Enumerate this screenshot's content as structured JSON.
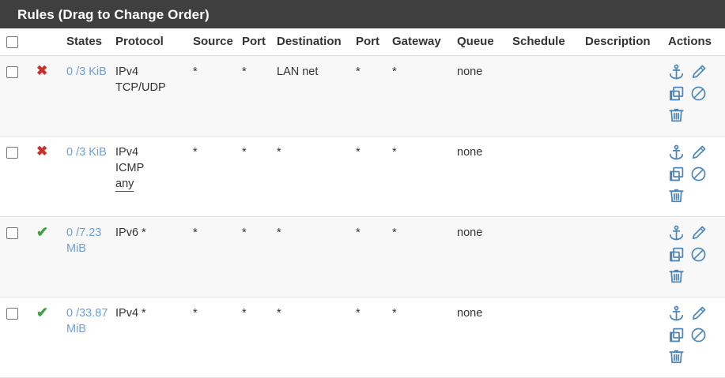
{
  "panel": {
    "title": "Rules (Drag to Change Order)"
  },
  "table": {
    "columns": [
      {
        "key": "checkbox",
        "label": ""
      },
      {
        "key": "status",
        "label": ""
      },
      {
        "key": "states",
        "label": "States"
      },
      {
        "key": "protocol",
        "label": "Protocol"
      },
      {
        "key": "source",
        "label": "Source"
      },
      {
        "key": "source_port",
        "label": "Port"
      },
      {
        "key": "destination",
        "label": "Destination"
      },
      {
        "key": "dest_port",
        "label": "Port"
      },
      {
        "key": "gateway",
        "label": "Gateway"
      },
      {
        "key": "queue",
        "label": "Queue"
      },
      {
        "key": "schedule",
        "label": "Schedule"
      },
      {
        "key": "description",
        "label": "Description"
      },
      {
        "key": "actions",
        "label": "Actions"
      }
    ],
    "rows": [
      {
        "status_icon": "red-x-icon",
        "status_type": "block",
        "states": "0 /3 KiB",
        "protocol_line1": "IPv4",
        "protocol_line2": "TCP/UDP",
        "protocol_line3": "",
        "source": "*",
        "source_port": "*",
        "destination": "LAN net",
        "dest_port": "*",
        "gateway": "*",
        "queue": "none",
        "schedule": "",
        "description": ""
      },
      {
        "status_icon": "red-x-icon",
        "status_type": "block",
        "states": "0 /3 KiB",
        "protocol_line1": "IPv4",
        "protocol_line2": "ICMP",
        "protocol_line3": "any",
        "source": "*",
        "source_port": "*",
        "destination": "*",
        "dest_port": "*",
        "gateway": "*",
        "queue": "none",
        "schedule": "",
        "description": ""
      },
      {
        "status_icon": "green-check-icon",
        "status_type": "pass",
        "states": "0 /7.23 MiB",
        "protocol_line1": "IPv6 *",
        "protocol_line2": "",
        "protocol_line3": "",
        "source": "*",
        "source_port": "*",
        "destination": "*",
        "dest_port": "*",
        "gateway": "*",
        "queue": "none",
        "schedule": "",
        "description": ""
      },
      {
        "status_icon": "green-check-icon",
        "status_type": "pass",
        "states": "0 /33.87 MiB",
        "protocol_line1": "IPv4 *",
        "protocol_line2": "",
        "protocol_line3": "",
        "source": "*",
        "source_port": "*",
        "destination": "*",
        "dest_port": "*",
        "gateway": "*",
        "queue": "none",
        "schedule": "",
        "description": ""
      }
    ],
    "row_actions": [
      {
        "name": "anchor-icon",
        "title": "Move"
      },
      {
        "name": "pencil-icon",
        "title": "Edit"
      },
      {
        "name": "copy-icon",
        "title": "Copy"
      },
      {
        "name": "ban-icon",
        "title": "Disable"
      },
      {
        "name": "trash-icon",
        "title": "Delete"
      }
    ]
  },
  "colors": {
    "header_bg": "#3f3f3f",
    "block": "#c9302c",
    "pass": "#41a041",
    "link": "#6f9fd8",
    "action_icon": "#4e87b8"
  }
}
